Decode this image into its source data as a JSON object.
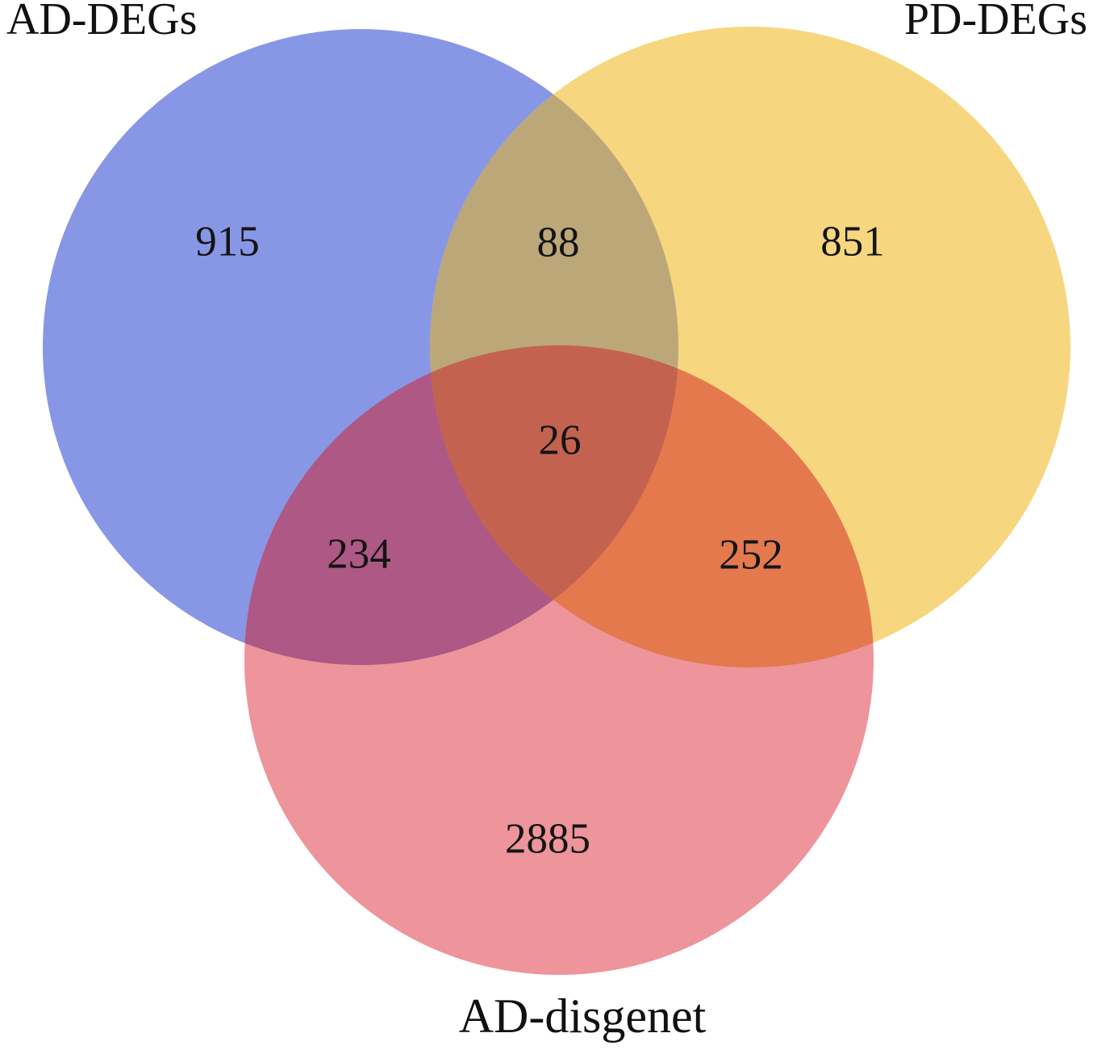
{
  "figure": {
    "background_color": "#ffffff",
    "text_color": "#111111"
  },
  "chart_data": {
    "type": "venn",
    "title": "",
    "legend_position": "none",
    "grid": false,
    "sets": [
      {
        "name": "AD-DEGs",
        "color": "#8897e5",
        "label_position": "top-left"
      },
      {
        "name": "PD-DEGs",
        "color": "#f6d67f",
        "label_position": "top-right"
      },
      {
        "name": "AD-disgenet",
        "color": "#ee949b",
        "label_position": "bottom"
      }
    ],
    "regions": [
      {
        "sets": [
          "AD-DEGs"
        ],
        "value": 915,
        "color": "#8897e5"
      },
      {
        "sets": [
          "PD-DEGs"
        ],
        "value": 851,
        "color": "#f6d67f"
      },
      {
        "sets": [
          "AD-disgenet"
        ],
        "value": 2885,
        "color": "#ee949b"
      },
      {
        "sets": [
          "AD-DEGs",
          "PD-DEGs"
        ],
        "value": 88,
        "color": "#bca778"
      },
      {
        "sets": [
          "AD-DEGs",
          "AD-disgenet"
        ],
        "value": 234,
        "color": "#ad5885"
      },
      {
        "sets": [
          "PD-DEGs",
          "AD-disgenet"
        ],
        "value": 252,
        "color": "#e4794e"
      },
      {
        "sets": [
          "AD-DEGs",
          "PD-DEGs",
          "AD-disgenet"
        ],
        "value": 26,
        "color": "#c3634f"
      }
    ]
  }
}
